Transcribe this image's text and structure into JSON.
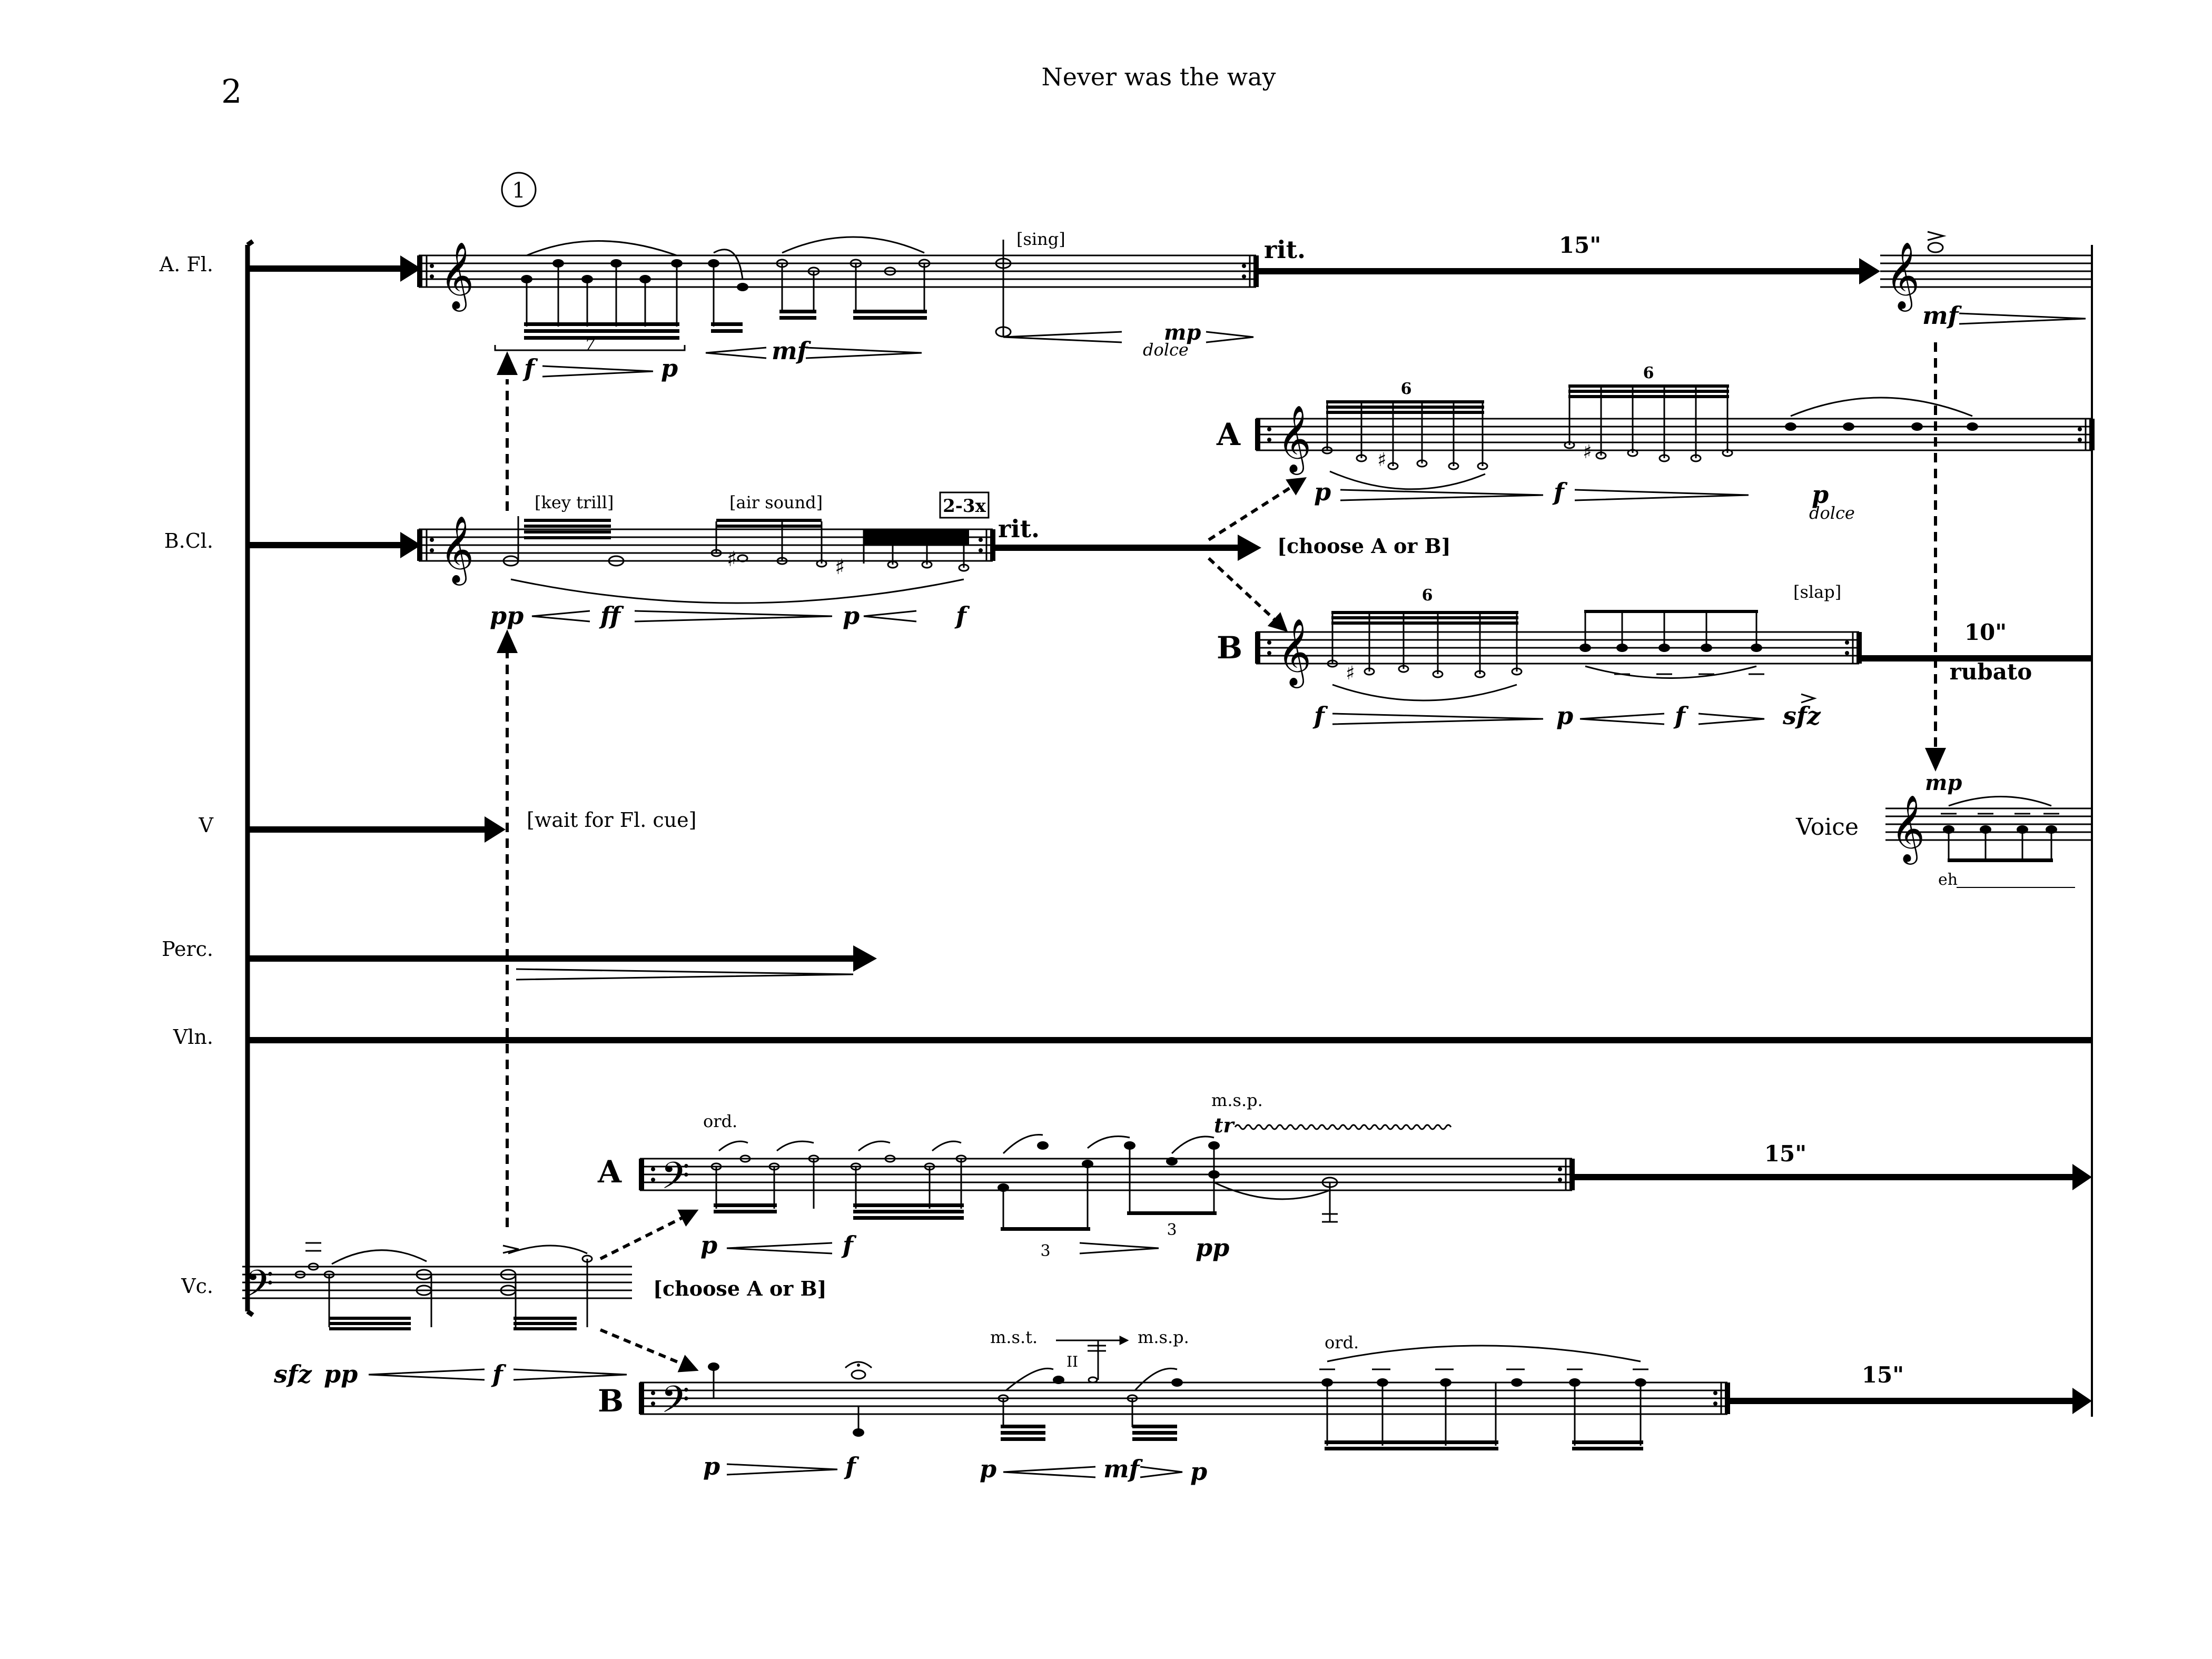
{
  "page": {
    "number": "2",
    "title": "Never was the way"
  },
  "rehearsal_mark": "1",
  "instruments": [
    "A. Fl.",
    "B.Cl.",
    "V",
    "Perc.",
    "Vln.",
    "Vc."
  ],
  "texts": {
    "rit": "rit.",
    "fl_time": "15\"",
    "fl7": "7",
    "sing": "[sing]",
    "dolce": "dolce",
    "key_trill": "[key trill]",
    "air_sound": "[air sound]",
    "repeat": "2-3x",
    "choose": "[choose A or B]",
    "opt_a": "A",
    "opt_b": "B",
    "six": "6",
    "slap": "[slap]",
    "b_time": "10\"",
    "rubato": "rubato",
    "wait": "[wait for Fl. cue]",
    "voice": "Voice",
    "eh": "eh",
    "ord": "ord.",
    "msp": "m.s.p.",
    "mst": "m.s.t.",
    "tr": "tr",
    "three": "3",
    "two_roman": "II",
    "vc_time": "15\""
  },
  "dynamics": {
    "f": "f",
    "p": "p",
    "mf": "mf",
    "mp": "mp",
    "pp": "pp",
    "ff": "ff",
    "sfz": "sfz"
  }
}
